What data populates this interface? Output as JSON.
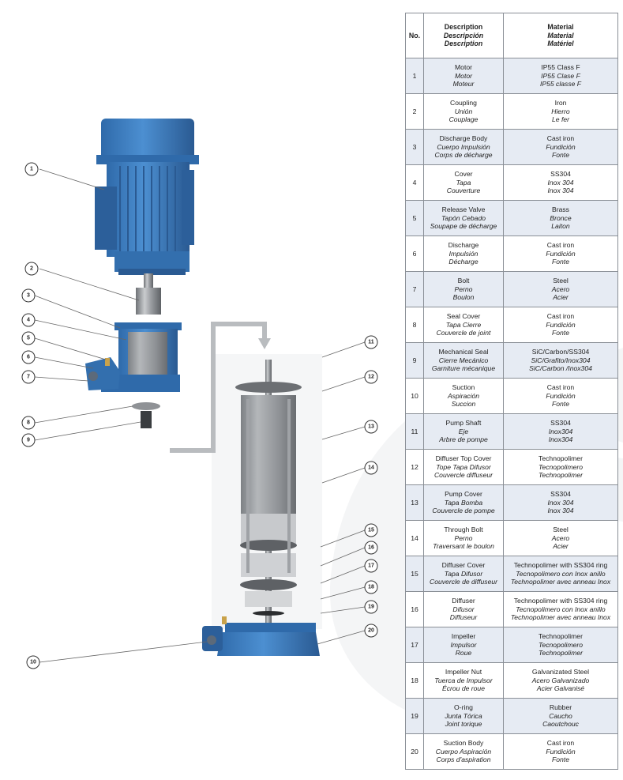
{
  "table": {
    "header": {
      "no": "No.",
      "description": [
        "Description",
        "Descripción",
        "Description"
      ],
      "material": [
        "Material",
        "Material",
        "Matériel"
      ]
    },
    "rows": [
      {
        "no": "1",
        "description": [
          "Motor",
          "Motor",
          "Moteur"
        ],
        "material": [
          "IP55 Class F",
          "IP55 Clase F",
          "IP55 classe F"
        ]
      },
      {
        "no": "2",
        "description": [
          "Coupling",
          "Unión",
          "Couplage"
        ],
        "material": [
          "Iron",
          "Hierro",
          "Le fer"
        ]
      },
      {
        "no": "3",
        "description": [
          "Discharge Body",
          "Cuerpo Impulsión",
          "Corps de décharge"
        ],
        "material": [
          "Cast iron",
          "Fundición",
          "Fonte"
        ]
      },
      {
        "no": "4",
        "description": [
          "Cover",
          "Tapa",
          "Couverture"
        ],
        "material": [
          "SS304",
          "Inox 304",
          "Inox 304"
        ]
      },
      {
        "no": "5",
        "description": [
          "Release Valve",
          "Tapón Cebado",
          "Soupape de décharge"
        ],
        "material": [
          "Brass",
          "Bronce",
          "Laiton"
        ]
      },
      {
        "no": "6",
        "description": [
          "Discharge",
          "Impulsión",
          "Décharge"
        ],
        "material": [
          "Cast iron",
          "Fundición",
          "Fonte"
        ]
      },
      {
        "no": "7",
        "description": [
          "Bolt",
          "Perno",
          "Boulon"
        ],
        "material": [
          "Steel",
          "Acero",
          "Acier"
        ]
      },
      {
        "no": "8",
        "description": [
          "Seal Cover",
          "Tapa Cierre",
          "Couvercle de joint"
        ],
        "material": [
          "Cast iron",
          "Fundición",
          "Fonte"
        ]
      },
      {
        "no": "9",
        "description": [
          "Mechanical Seal",
          "Cierre Mecánico",
          "Garniture mécanique"
        ],
        "material": [
          "SiC/Carbon/SS304",
          "SiC/Grafito/Inox304",
          "SiC/Carbon /Inox304"
        ]
      },
      {
        "no": "10",
        "description": [
          "Suction",
          "Aspiración",
          "Succion"
        ],
        "material": [
          "Cast iron",
          "Fundición",
          "Fonte"
        ]
      },
      {
        "no": "11",
        "description": [
          "Pump Shaft",
          "Eje",
          "Arbre de pompe"
        ],
        "material": [
          "SS304",
          "Inox304",
          "Inox304"
        ]
      },
      {
        "no": "12",
        "description": [
          "Diffuser Top Cover",
          "Tope Tapa Difusor",
          "Couvercle diffuseur"
        ],
        "material": [
          "Technopolimer",
          "Tecnopolimero",
          "Technopolimer"
        ]
      },
      {
        "no": "13",
        "description": [
          "Pump Cover",
          "Tapa Bomba",
          "Couvercle de pompe"
        ],
        "material": [
          "SS304",
          "Inox 304",
          "Inox 304"
        ]
      },
      {
        "no": "14",
        "description": [
          "Through Bolt",
          "Perno",
          "Traversant le boulon"
        ],
        "material": [
          "Steel",
          "Acero",
          "Acier"
        ]
      },
      {
        "no": "15",
        "description": [
          "Diffuser Cover",
          "Tapa Difusor",
          "Couvercle de diffuseur"
        ],
        "material": [
          "Technopolimer with SS304 ring",
          "Tecnopolimero con Inox anillo",
          "Technopolimer avec anneau Inox"
        ]
      },
      {
        "no": "16",
        "description": [
          "Diffuser",
          "Difusor",
          "Diffuseur"
        ],
        "material": [
          "Technopolimer with SS304 ring",
          "Tecnopolimero con Inox anillo",
          "Technopolimer avec anneau Inox"
        ]
      },
      {
        "no": "17",
        "description": [
          "Impeller",
          "Impulsor",
          "Roue"
        ],
        "material": [
          "Technopolimer",
          "Tecnopolimero",
          "Technopolimer"
        ]
      },
      {
        "no": "18",
        "description": [
          "Impeller Nut",
          "Tuerca de Impulsor",
          "Écrou de roue"
        ],
        "material": [
          "Galvanizated Steel",
          "Acero Galvanizado",
          "Acier Galvanisé"
        ]
      },
      {
        "no": "19",
        "description": [
          "O-ring",
          "Junta Tórica",
          "Joint torique"
        ],
        "material": [
          "Rubber",
          "Caucho",
          "Caoutchouc"
        ]
      },
      {
        "no": "20",
        "description": [
          "Suction Body",
          "Cuerpo Aspiración",
          "Corps d'aspiration"
        ],
        "material": [
          "Cast iron",
          "Fundición",
          "Fonte"
        ]
      }
    ]
  },
  "callouts": [
    "1",
    "2",
    "3",
    "4",
    "5",
    "6",
    "7",
    "8",
    "9",
    "10",
    "11",
    "12",
    "13",
    "14",
    "15",
    "16",
    "17",
    "18",
    "19",
    "20"
  ],
  "colors": {
    "pump_blue": "#3f7ec0",
    "pump_blue_dark": "#2c5f9a",
    "steel": "#8a8d91",
    "row_shade": "#e6ebf3",
    "arrow_gray": "#b9bcbf"
  }
}
